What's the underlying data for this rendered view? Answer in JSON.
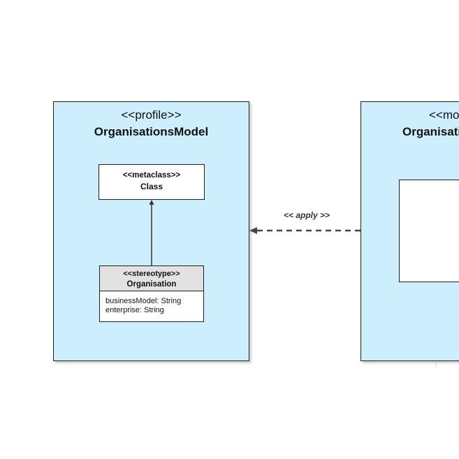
{
  "diagram": {
    "profile_package": {
      "stereotype": "<<profile>>",
      "name": "OrganisationsModel"
    },
    "metaclass": {
      "stereotype": "<<metaclass>>",
      "name": "Class"
    },
    "stereotype_class": {
      "stereotype": "<<stereotype>>",
      "name": "Organisation",
      "attributes": [
        "businessModel: String",
        "enterprise: String"
      ]
    },
    "model_package": {
      "stereotype": "<<mo",
      "name": "Organisati"
    },
    "apply_label": "<< apply >>",
    "colors": {
      "package_fill": "#cdeffd",
      "header_fill": "#e2e2e2",
      "line": "#1f1f1f"
    }
  }
}
